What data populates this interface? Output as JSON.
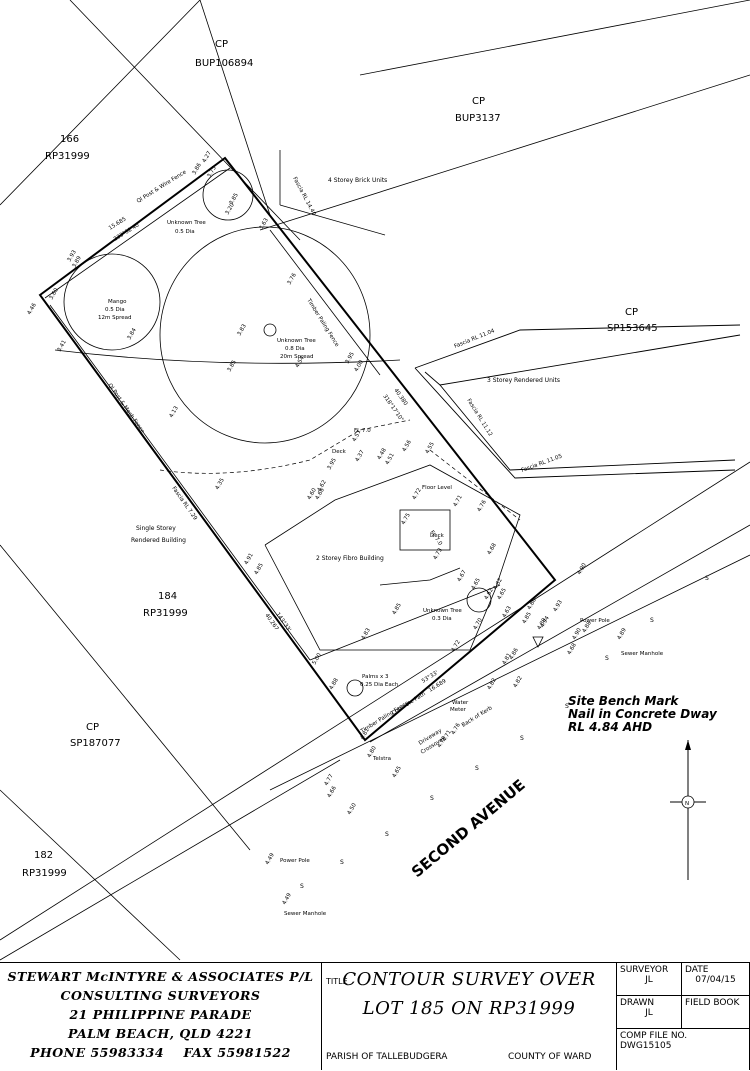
{
  "lots": {
    "top_cp": {
      "label": "CP",
      "plan": "BUP106894"
    },
    "right_cp": {
      "label": "CP",
      "plan": "BUP3137"
    },
    "left_166": {
      "label": "166",
      "plan": "RP31999"
    },
    "right_cp2": {
      "label": "CP",
      "plan": "SP153645"
    },
    "left_184": {
      "label": "184",
      "plan": "RP31999"
    },
    "left_cp": {
      "label": "CP",
      "plan": "SP187077"
    },
    "left_182": {
      "label": "182",
      "plan": "RP31999"
    }
  },
  "buildings": {
    "brick_units": "4 Storey Brick Units",
    "rendered_units": "3 Storey Rendered Units",
    "single_storey_1": "Single Storey",
    "single_storey_2": "Rendered Building",
    "fibro": "2 Storey Fibro Building"
  },
  "fascia": {
    "f1440": "Fascia RL 14.40",
    "f1104": "Fascia RL 11.04",
    "f1112": "Fascia RL 11.12",
    "f1105": "Fascia RL 11.05",
    "f729": "Fascia RL 7.29"
  },
  "trees": {
    "t1_name": "Unknown Tree",
    "t1_dia": "0.5 Dia",
    "t2_name": "Mango",
    "t2_dia": "0.5 Dia",
    "t2_spread": "12m Spread",
    "t3_name": "Unknown Tree",
    "t3_dia": "0.8 Dia",
    "t3_spread": "20m Spread",
    "t4_name": "Unknown Tree",
    "t4_dia": "0.3 Dia",
    "palms": "Palms x 3",
    "palms_dia": "0.25 Dia Each"
  },
  "fences": {
    "post_wire": "Ql Post & Wire Fence",
    "timber_paling": "Timber Paling Fence",
    "post_mesh": "Ql Post & Mesh Fence",
    "timber_paling_front": "Timber Paling Fence"
  },
  "bearings": {
    "top_dist": "15.685",
    "top_bearing": "233°32'40\"",
    "right_dist": "40.380",
    "right_bearing": "318°17'10\"",
    "left_dist": "40.267",
    "left_bearing": "143°33'",
    "front_bearing": "53°33'",
    "front_dist": "16.689"
  },
  "deck": {
    "deck1": "Deck",
    "fl1": "FL 7.0",
    "deck2": "Deck",
    "fl2": "FL 7.0",
    "floor": "Floor Level"
  },
  "levels": [
    "4.27",
    "3.86",
    "3.75",
    "3.85",
    "3.20",
    "3.63",
    "3.76",
    "3.83",
    "3.95",
    "4.00",
    "3.89",
    "3.93",
    "4.46",
    "3.84",
    "3.60",
    "3.41",
    "3.85",
    "4.13",
    "4.37",
    "3.95",
    "4.57",
    "4.56",
    "4.55",
    "4.51",
    "4.54",
    "4.35",
    "4.60",
    "4.62",
    "4.66",
    "4.72",
    "4.48",
    "4.71",
    "4.75",
    "4.73",
    "4.76",
    "4.68",
    "4.67",
    "4.91",
    "4.85",
    "4.62",
    "4.65",
    "4.83",
    "4.85",
    "4.65",
    "4.62",
    "4.63",
    "4.72",
    "4.70",
    "5.00",
    "4.88",
    "4.81",
    "4.82",
    "4.68",
    "4.90",
    "4.88",
    "4.89",
    "4.81",
    "4.80",
    "4.77",
    "4.66",
    "4.65",
    "4.79",
    "4.76",
    "4.71",
    "4.82",
    "4.86",
    "4.85",
    "4.89",
    "4.90",
    "4.49",
    "4.50",
    "4.94",
    "4.93",
    "4.60",
    "4.49"
  ],
  "features": {
    "concrete_path": "Concrete Path",
    "water_meter_1": "Water",
    "water_meter_2": "Meter",
    "back_of_kerb": "Back of Kerb",
    "telstra": "Telstra",
    "driveway_1": "Driveway",
    "driveway_2": "Crossover",
    "power_pole_1": "Power Pole",
    "power_pole_2": "Power Pole",
    "sewer_1": "Sewer Manhole",
    "sewer_2": "Sewer Manhole",
    "sewer_symbol": "S"
  },
  "bench_mark": {
    "line1": "Site Bench Mark",
    "line2": "Nail in Concrete Dway",
    "line3": "RL 4.84 AHD"
  },
  "street": "SECOND AVENUE",
  "north": "N",
  "title_block": {
    "company": [
      "STEWART McINTYRE & ASSOCIATES P/L",
      "CONSULTING SURVEYORS",
      "21 PHILIPPINE PARADE",
      "PALM BEACH, QLD 4221",
      "PHONE 55983334    FAX 55981522"
    ],
    "title_label": "TITLE",
    "title_line1": "CONTOUR SURVEY OVER",
    "title_line2": "LOT 185 ON RP31999",
    "parish": "PARISH OF TALLEBUDGERA",
    "county": "COUNTY OF WARD",
    "surveyor_label": "SURVEYOR",
    "surveyor": "JL",
    "date_label": "DATE",
    "date": "07/04/15",
    "drawn_label": "DRAWN",
    "drawn": "JL",
    "field_book_label": "FIELD BOOK",
    "comp_file_label": "COMP FILE NO.",
    "comp_file": "DWG15105"
  }
}
